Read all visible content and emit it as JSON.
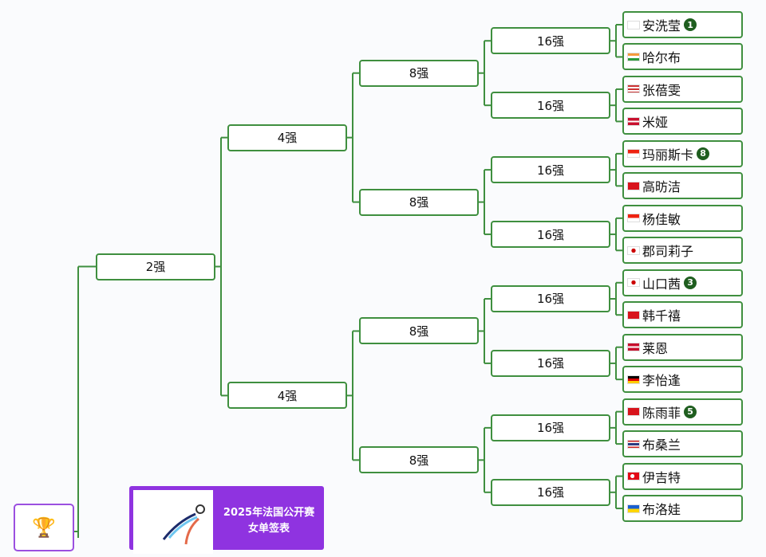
{
  "colors": {
    "line": "#3f8f3f",
    "poster": "#8f33e0",
    "seed": "#1f5e1f"
  },
  "rounds": {
    "final": "2强",
    "semi": "4强",
    "quarter": "8强",
    "r16": "16强"
  },
  "players": [
    {
      "name": "安洗莹",
      "seed": "1",
      "flag": "korea"
    },
    {
      "name": "哈尔布",
      "flag": "india"
    },
    {
      "name": "张蓓雯",
      "flag": "usa"
    },
    {
      "name": "米娅",
      "flag": "denmark"
    },
    {
      "name": "玛丽斯卡",
      "seed": "8",
      "flag": "indonesia"
    },
    {
      "name": "高昉洁",
      "flag": "china"
    },
    {
      "name": "杨佳敏",
      "flag": "singapore"
    },
    {
      "name": "郡司莉子",
      "flag": "japan"
    },
    {
      "name": "山口茜",
      "seed": "3",
      "flag": "japan"
    },
    {
      "name": "韩千禧",
      "flag": "china"
    },
    {
      "name": "莱恩",
      "flag": "denmark"
    },
    {
      "name": "李怡逢",
      "flag": "germany"
    },
    {
      "name": "陈雨菲",
      "seed": "5",
      "flag": "china"
    },
    {
      "name": "布桑兰",
      "flag": "thailand"
    },
    {
      "name": "伊吉特",
      "flag": "turkey"
    },
    {
      "name": "布洛娃",
      "flag": "ukraine"
    }
  ],
  "trophy_icon": "trophy-icon",
  "poster": {
    "title_line1": "2025年法国公开赛",
    "title_line2": "女单签表"
  }
}
